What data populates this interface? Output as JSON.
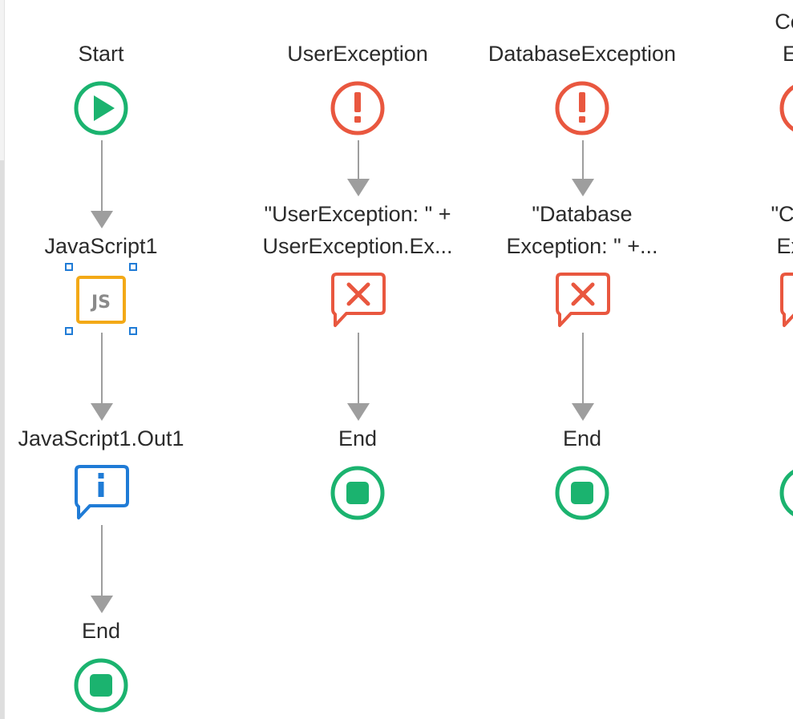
{
  "colors": {
    "start": "#1bb36f",
    "end": "#1bb36f",
    "exception": "#e9573f",
    "message_info": "#1f7bd6",
    "javascript": "#f3a917",
    "connector": "#9e9e9e",
    "selection": "#1f7bd6",
    "label_text": "#2b2b2b"
  },
  "flows": [
    {
      "start_label": "Start",
      "action_label": "JavaScript1",
      "action_icon": "javascript-icon",
      "action_icon_text": "JS",
      "message_label": "JavaScript1.Out1",
      "message_icon": "info-message-icon",
      "end_label": "End"
    },
    {
      "start_label": "UserException",
      "start_icon": "exception-icon",
      "message_label_line1": "\"UserException: \" +",
      "message_label_line2": "UserException.Ex...",
      "message_icon": "error-message-icon",
      "end_label": "End"
    },
    {
      "start_label": "DatabaseException",
      "start_icon": "exception-icon",
      "message_label_line1": "\"Database",
      "message_label_line2": "Exception: \" +...",
      "message_icon": "error-message-icon",
      "end_label": "End"
    },
    {
      "start_label_line1": "Comm",
      "start_label_line2": "Exce",
      "start_icon": "exception-icon",
      "message_label_line1": "\"Comm",
      "message_label_line2": "Excep",
      "message_icon": "error-message-icon",
      "end_label": "E"
    }
  ]
}
